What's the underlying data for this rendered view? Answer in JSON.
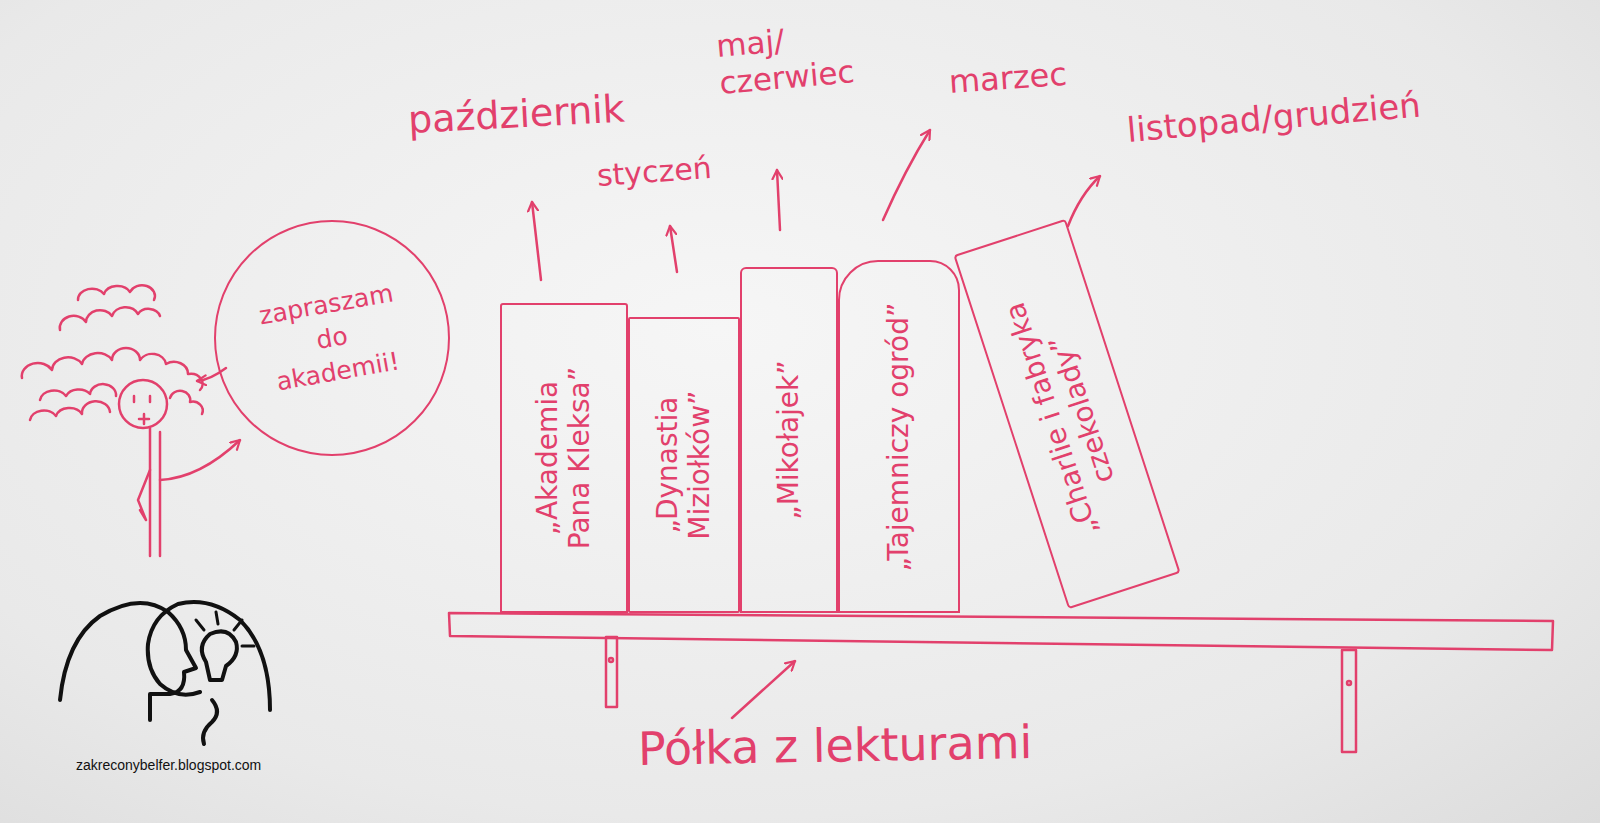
{
  "diagram": {
    "nodes": [
      {
        "text": [
          "zapraszam do akademii!"
        ]
      },
      {
        "text": [
          "„Akademia Pana Kleksa”"
        ]
      },
      {
        "text": [
          "„Dynastia Miziołków”"
        ]
      },
      {
        "text": [
          "„Mikołajek”"
        ]
      },
      {
        "text": [
          "„Tajemniczy ogród”"
        ]
      },
      {
        "text": [
          "„Charlie i fabryka czekolady”"
        ]
      }
    ],
    "labels": [
      "październik",
      "styczeń",
      "maj/ czerwiec",
      "marzec",
      "listopad/grudzień",
      "Półka z lekturami",
      "zakreconybelfer.blogspot.com"
    ]
  }
}
